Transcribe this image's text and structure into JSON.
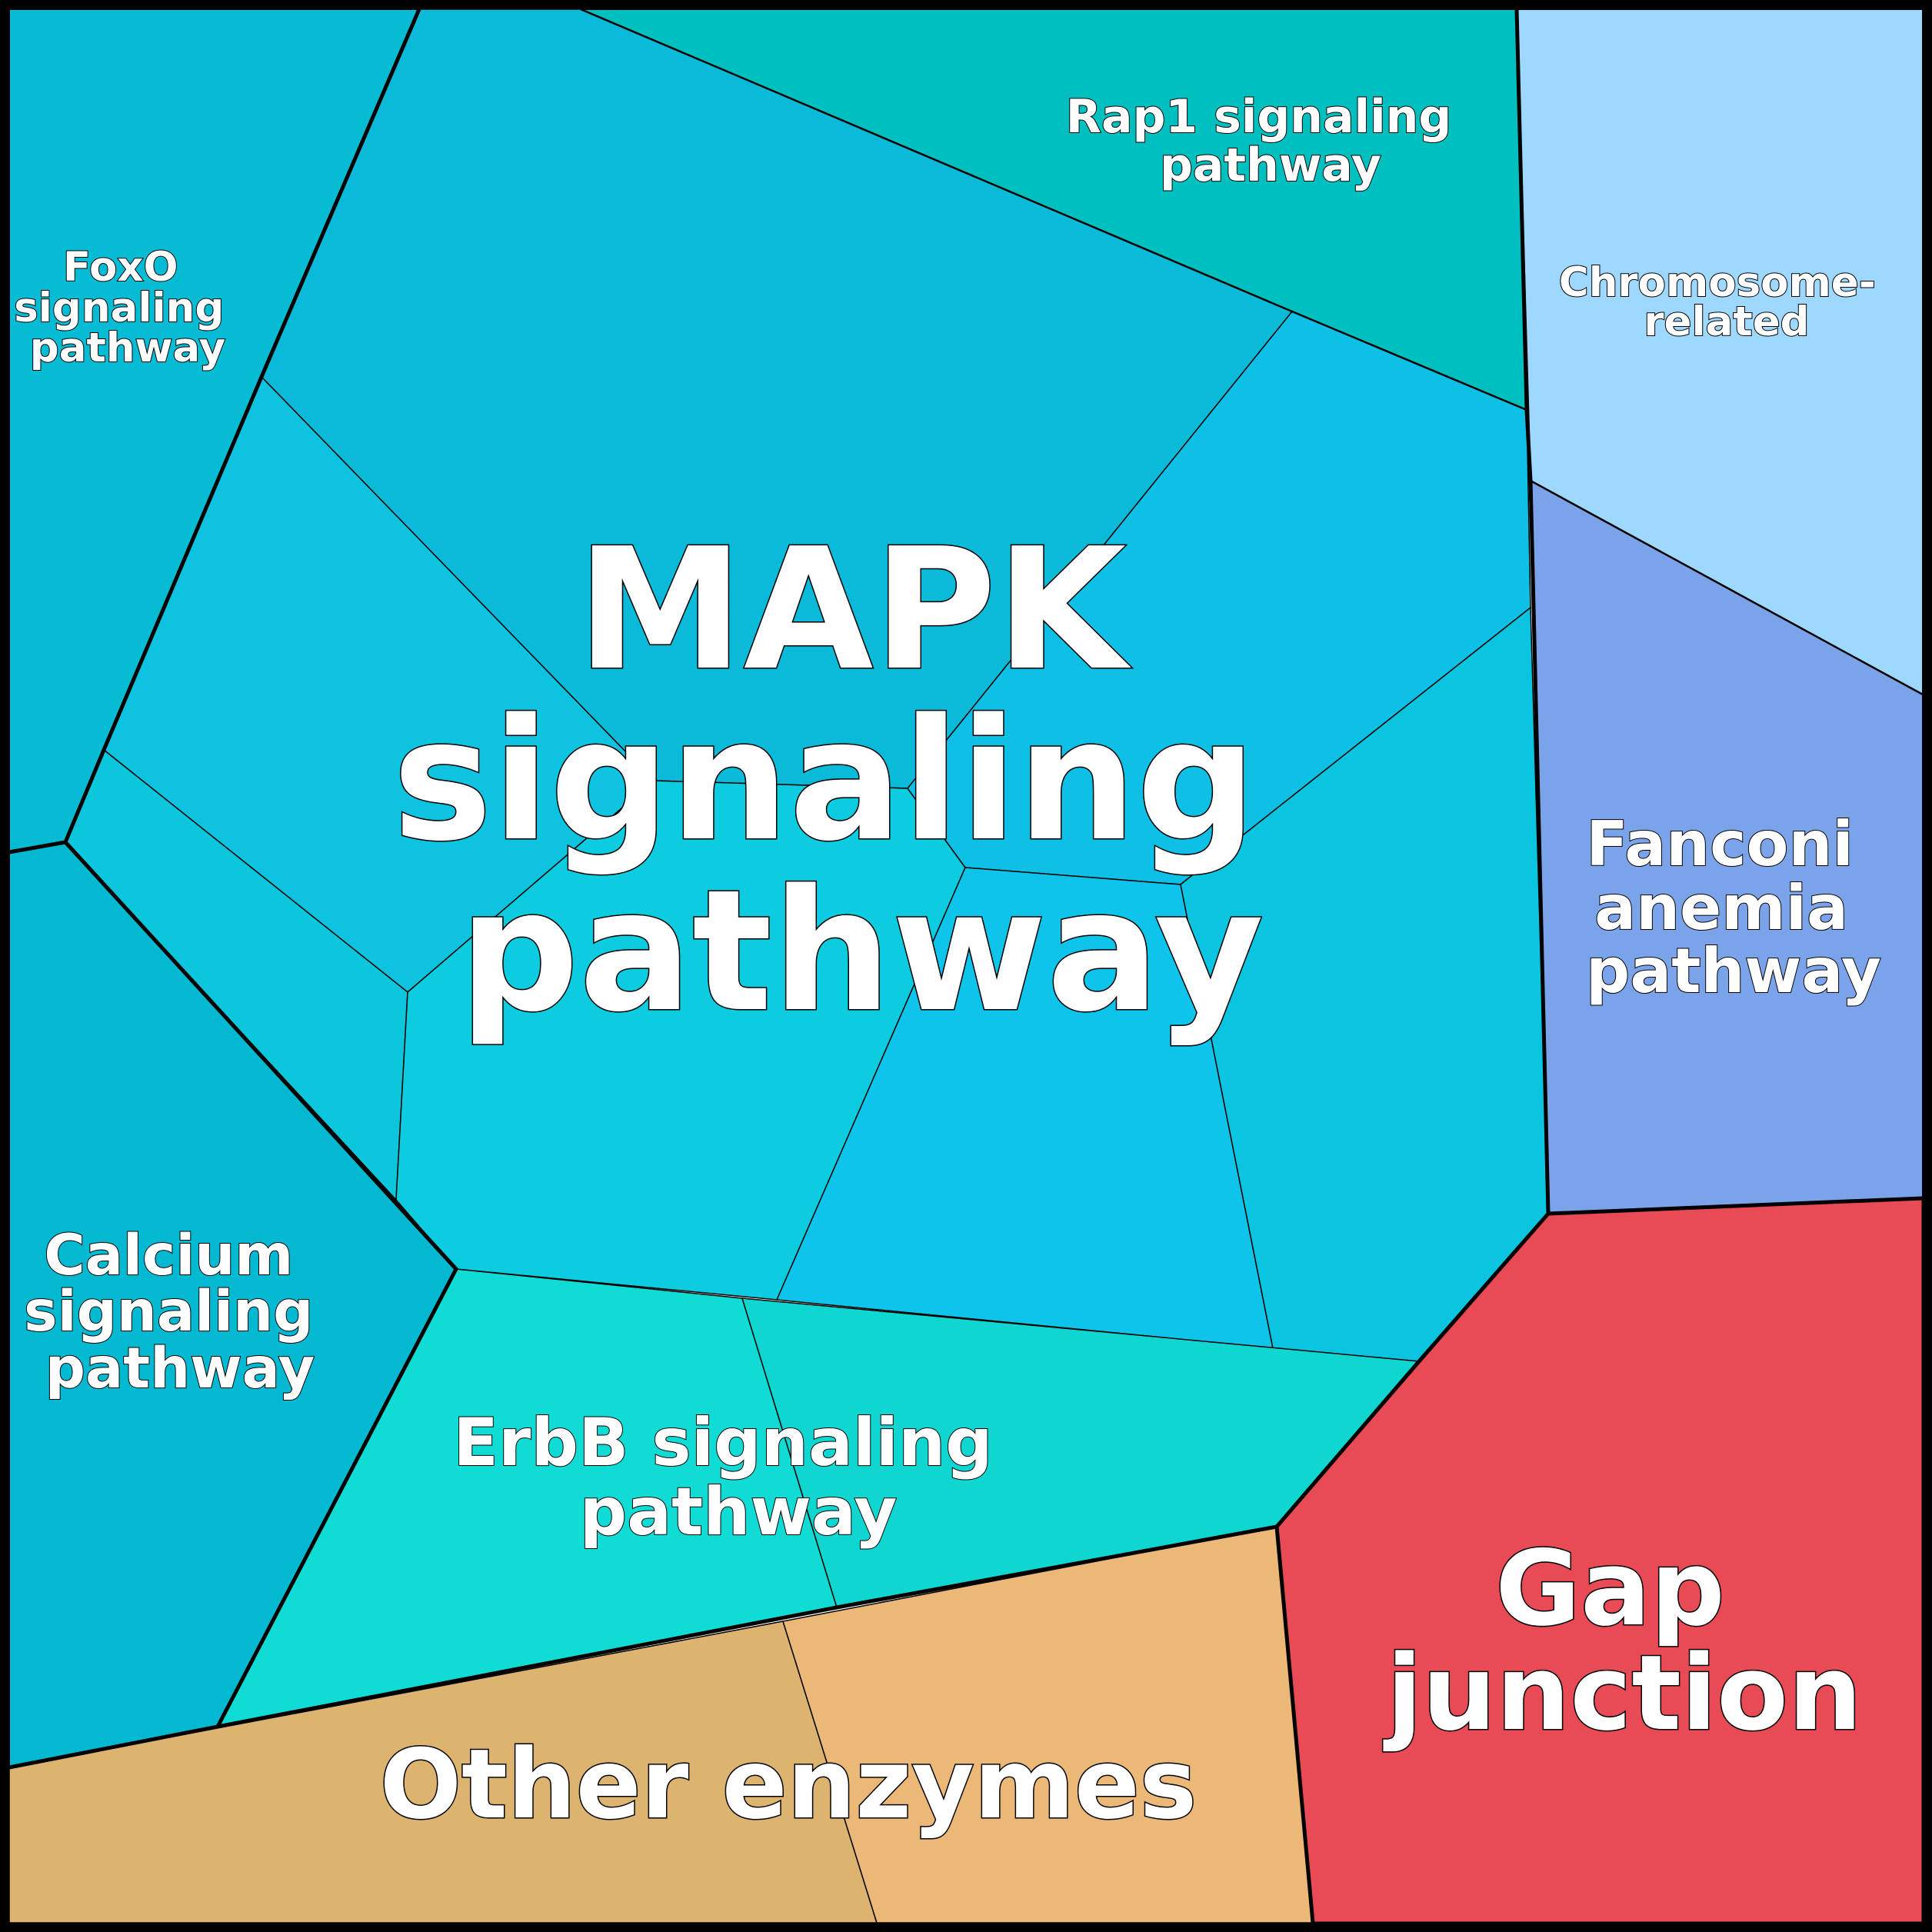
{
  "diagram": {
    "type": "voronoi-treemap",
    "colors": {
      "mapk": [
        "#0bbad9",
        "#0ec3e0",
        "#0cc6dc",
        "#0dcce0",
        "#0ec0e6",
        "#0fc4ea",
        "#0ac4e0",
        "#08c3dd",
        "#0ac8de"
      ],
      "rap1": "#00bfbf",
      "foxo": "#06bcd4",
      "calcium": "#03b9d2",
      "erbb": [
        "#10dbd5",
        "#10d6d2"
      ],
      "chromosome": "#9ed8ff",
      "fanconi": "#7ba3e9",
      "gap": "#e84b55",
      "other": [
        "#dcb36f",
        "#ecb877"
      ]
    },
    "regions": [
      {
        "id": "mapk",
        "label": "MAPK signaling pathway",
        "lines": [
          "MAPK",
          "signaling",
          "pathway"
        ]
      },
      {
        "id": "rap1",
        "label": "Rap1 signaling pathway",
        "lines": [
          "Rap1 signaling",
          "pathway"
        ]
      },
      {
        "id": "foxo",
        "label": "FoxO signaling pathway",
        "lines": [
          "FoxO",
          "signaling",
          "pathway"
        ]
      },
      {
        "id": "chromosome",
        "label": "Chromosome-related",
        "lines": [
          "Chromosome-",
          "related"
        ]
      },
      {
        "id": "fanconi",
        "label": "Fanconi anemia pathway",
        "lines": [
          "Fanconi",
          "anemia",
          "pathway"
        ]
      },
      {
        "id": "calcium",
        "label": "Calcium signaling pathway",
        "lines": [
          "Calcium",
          "signaling",
          "pathway"
        ]
      },
      {
        "id": "erbb",
        "label": "ErbB signaling pathway",
        "lines": [
          "ErbB signaling",
          "pathway"
        ]
      },
      {
        "id": "gap",
        "label": "Gap junction",
        "lines": [
          "Gap",
          "junction"
        ]
      },
      {
        "id": "other",
        "label": "Other enzymes",
        "lines": [
          "Other enzymes"
        ]
      }
    ]
  }
}
